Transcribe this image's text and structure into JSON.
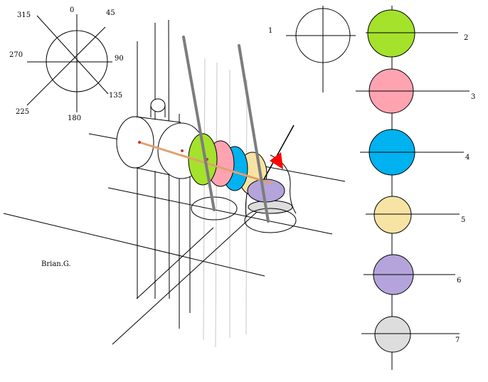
{
  "compass": {
    "labels": {
      "n": "0",
      "ne": "45",
      "e": "90",
      "se": "135",
      "s": "180",
      "sw": "225",
      "w": "270",
      "nw": "315"
    }
  },
  "reference": {
    "number": "1"
  },
  "discs": [
    {
      "number": "2",
      "color": "#a4e22c"
    },
    {
      "number": "3",
      "color": "#ffa3b1"
    },
    {
      "number": "4",
      "color": "#00b2ef"
    },
    {
      "number": "5",
      "color": "#f7e3a3"
    },
    {
      "number": "6",
      "color": "#b4a4db"
    },
    {
      "number": "7",
      "color": "#dddddd"
    }
  ],
  "author": "Brian.G.",
  "colors": {
    "stroke": "#000000",
    "rod": "#7d7d7d",
    "beam": "#e0a070",
    "arrow": "#ff0000",
    "faint_line": "#c8c8c8"
  }
}
